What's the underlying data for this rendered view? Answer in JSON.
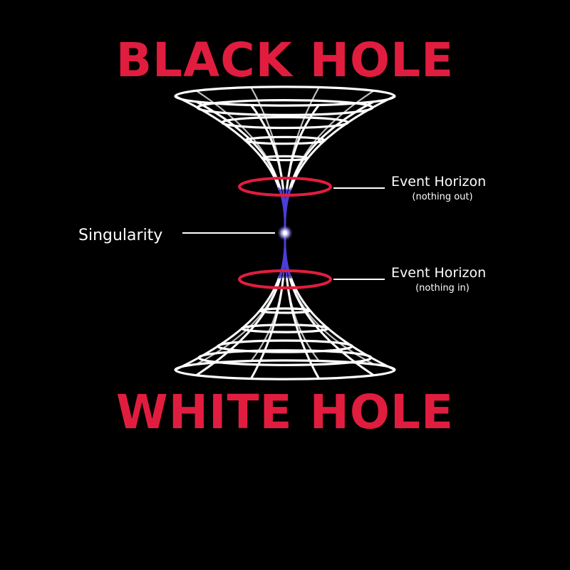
{
  "title_top": "BLACK HOLE",
  "title_bottom": "WHITE HOLE",
  "labels": {
    "singularity": "Singularity",
    "event_horizon_out": {
      "title": "Event Horizon",
      "note": "(nothing out)"
    },
    "event_horizon_in": {
      "title": "Event Horizon",
      "note": "(nothing in)"
    }
  },
  "colors": {
    "background": "#000000",
    "title": "#e11d3f",
    "grid": "#ffffff",
    "inner_grid": "#4b3fd6",
    "horizon": "#e11d3f",
    "singularity": "#ffffff",
    "text": "#ffffff"
  }
}
